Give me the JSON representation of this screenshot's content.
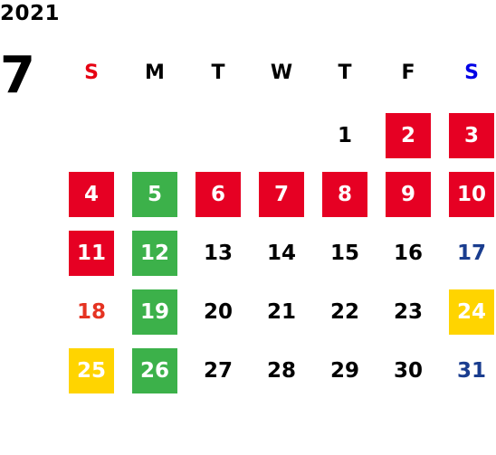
{
  "calendar": {
    "year": "2021",
    "month": "7",
    "weekdays": [
      {
        "label": "S",
        "color": "#e60012"
      },
      {
        "label": "M",
        "color": "#000000"
      },
      {
        "label": "T",
        "color": "#000000"
      },
      {
        "label": "W",
        "color": "#000000"
      },
      {
        "label": "T",
        "color": "#000000"
      },
      {
        "label": "F",
        "color": "#000000"
      },
      {
        "label": "S",
        "color": "#0000e6"
      }
    ],
    "colors": {
      "red": "#e60023",
      "green": "#3cb14a",
      "yellow": "#ffd400",
      "text_dark": "#000000",
      "text_light": "#ffffff",
      "text_sunday": "#e53322",
      "text_saturday": "#1a3d8f"
    },
    "days": [
      {
        "label": "1",
        "col": 4,
        "row": 0,
        "bg": null,
        "text": "text_dark"
      },
      {
        "label": "2",
        "col": 5,
        "row": 0,
        "bg": "red",
        "text": "text_light"
      },
      {
        "label": "3",
        "col": 6,
        "row": 0,
        "bg": "red",
        "text": "text_light"
      },
      {
        "label": "4",
        "col": 0,
        "row": 1,
        "bg": "red",
        "text": "text_light"
      },
      {
        "label": "5",
        "col": 1,
        "row": 1,
        "bg": "green",
        "text": "text_light"
      },
      {
        "label": "6",
        "col": 2,
        "row": 1,
        "bg": "red",
        "text": "text_light"
      },
      {
        "label": "7",
        "col": 3,
        "row": 1,
        "bg": "red",
        "text": "text_light"
      },
      {
        "label": "8",
        "col": 4,
        "row": 1,
        "bg": "red",
        "text": "text_light"
      },
      {
        "label": "9",
        "col": 5,
        "row": 1,
        "bg": "red",
        "text": "text_light"
      },
      {
        "label": "10",
        "col": 6,
        "row": 1,
        "bg": "red",
        "text": "text_light"
      },
      {
        "label": "11",
        "col": 0,
        "row": 2,
        "bg": "red",
        "text": "text_light"
      },
      {
        "label": "12",
        "col": 1,
        "row": 2,
        "bg": "green",
        "text": "text_light"
      },
      {
        "label": "13",
        "col": 2,
        "row": 2,
        "bg": null,
        "text": "text_dark"
      },
      {
        "label": "14",
        "col": 3,
        "row": 2,
        "bg": null,
        "text": "text_dark"
      },
      {
        "label": "15",
        "col": 4,
        "row": 2,
        "bg": null,
        "text": "text_dark"
      },
      {
        "label": "16",
        "col": 5,
        "row": 2,
        "bg": null,
        "text": "text_dark"
      },
      {
        "label": "17",
        "col": 6,
        "row": 2,
        "bg": null,
        "text": "text_saturday"
      },
      {
        "label": "18",
        "col": 0,
        "row": 3,
        "bg": null,
        "text": "text_sunday"
      },
      {
        "label": "19",
        "col": 1,
        "row": 3,
        "bg": "green",
        "text": "text_light"
      },
      {
        "label": "20",
        "col": 2,
        "row": 3,
        "bg": null,
        "text": "text_dark"
      },
      {
        "label": "21",
        "col": 3,
        "row": 3,
        "bg": null,
        "text": "text_dark"
      },
      {
        "label": "22",
        "col": 4,
        "row": 3,
        "bg": null,
        "text": "text_dark"
      },
      {
        "label": "23",
        "col": 5,
        "row": 3,
        "bg": null,
        "text": "text_dark"
      },
      {
        "label": "24",
        "col": 6,
        "row": 3,
        "bg": "yellow",
        "text": "text_light"
      },
      {
        "label": "25",
        "col": 0,
        "row": 4,
        "bg": "yellow",
        "text": "text_light"
      },
      {
        "label": "26",
        "col": 1,
        "row": 4,
        "bg": "green",
        "text": "text_light"
      },
      {
        "label": "27",
        "col": 2,
        "row": 4,
        "bg": null,
        "text": "text_dark"
      },
      {
        "label": "28",
        "col": 3,
        "row": 4,
        "bg": null,
        "text": "text_dark"
      },
      {
        "label": "29",
        "col": 4,
        "row": 4,
        "bg": null,
        "text": "text_dark"
      },
      {
        "label": "30",
        "col": 5,
        "row": 4,
        "bg": null,
        "text": "text_dark"
      },
      {
        "label": "31",
        "col": 6,
        "row": 4,
        "bg": null,
        "text": "text_saturday"
      }
    ]
  }
}
